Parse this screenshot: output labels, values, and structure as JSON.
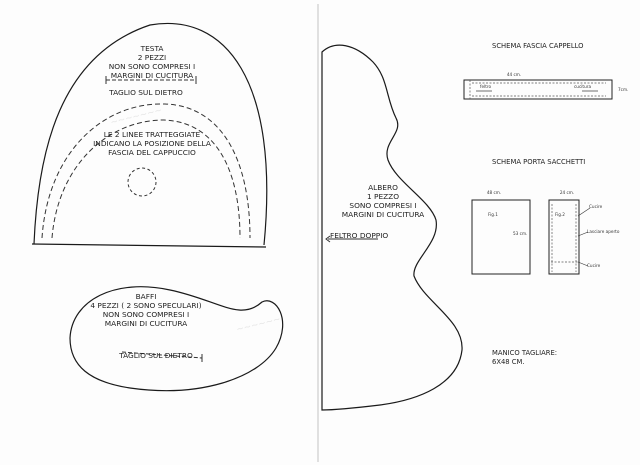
{
  "hood": {
    "title": "TESTA",
    "line2": "2 PEZZI",
    "line3": "NON SONO COMPRESI I",
    "line4": "MARGINI DI CUCITURA",
    "cut_label": "TAGLIO SUL DIETRO",
    "note_line1": "LE 2 LINEE  TRATTEGGIATE",
    "note_line2": "INDICANO  LA POSIZIONE DELLA",
    "note_line3": "FASCIA DEL CAPPUCCIO"
  },
  "mustache": {
    "title": "BAFFI",
    "line2": "4 PEZZI ( 2 SONO SPECULARI)",
    "line3": "NON SONO COMPRESI I",
    "line4": "MARGINI DI CUCITURA",
    "cut_label": "TAGLIO SUL DIETRO"
  },
  "tree": {
    "title": "ALBERO",
    "line2": "1 PEZZO",
    "line3": "SONO COMPRESI I",
    "line4": "MARGINI DI CUCITURA",
    "fold_label": "FELTRO DOPPIO"
  },
  "hat_band": {
    "title": "SCHEMA FASCIA CAPPELLO",
    "width_label": "44 cm.",
    "height_label": "7cm.",
    "left_label": "feltro",
    "right_label": "cucitura"
  },
  "bag": {
    "title": "SCHEMA PORTA SACCHETTI",
    "fig1_width": "48 cm.",
    "fig1_name": "Fig.1",
    "fig1_height": "53 cm.",
    "fig2_width": "24 cm.",
    "fig2_name": "Fig.2",
    "label_cucire_top": "Cucire",
    "label_open": "Lasciare aperto",
    "label_cucire_bottom": "Cucire"
  },
  "handle": {
    "line1": "MANICO TAGLIARE:",
    "line2": "6X48 CM."
  }
}
